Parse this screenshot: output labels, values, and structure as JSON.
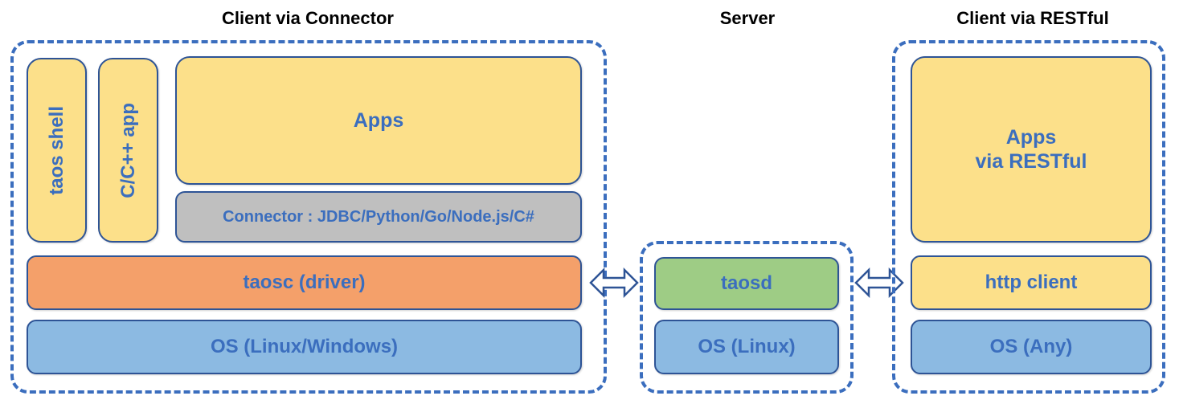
{
  "diagram": {
    "title_color": "#000000",
    "accent_blue": "#3B6EBE",
    "box_border": "#2E5496",
    "colors": {
      "yellow": "#FCE08A",
      "gray": "#BFBFBF",
      "orange": "#F4A06A",
      "blue": "#8CBAE2",
      "green": "#9ECC85",
      "dash": "#3B6EBE"
    }
  },
  "sections": {
    "client_connector": {
      "title": "Client via Connector",
      "boxes": {
        "taos_shell": "taos shell",
        "c_cpp_app": "C/C++ app",
        "apps": "Apps",
        "connector": "Connector : JDBC/Python/Go/Node.js/C#",
        "taosc": "taosc (driver)",
        "os": "OS (Linux/Windows)"
      }
    },
    "server": {
      "title": "Server",
      "boxes": {
        "taosd": "taosd",
        "os": "OS (Linux)"
      }
    },
    "client_restful": {
      "title": "Client via RESTful",
      "boxes": {
        "apps_line1": "Apps",
        "apps_line2": "via RESTful",
        "http_client": "http client",
        "os": "OS (Any)"
      }
    }
  },
  "arrows": {
    "left_arrow": "double-headed-arrow",
    "right_arrow": "double-headed-arrow"
  }
}
